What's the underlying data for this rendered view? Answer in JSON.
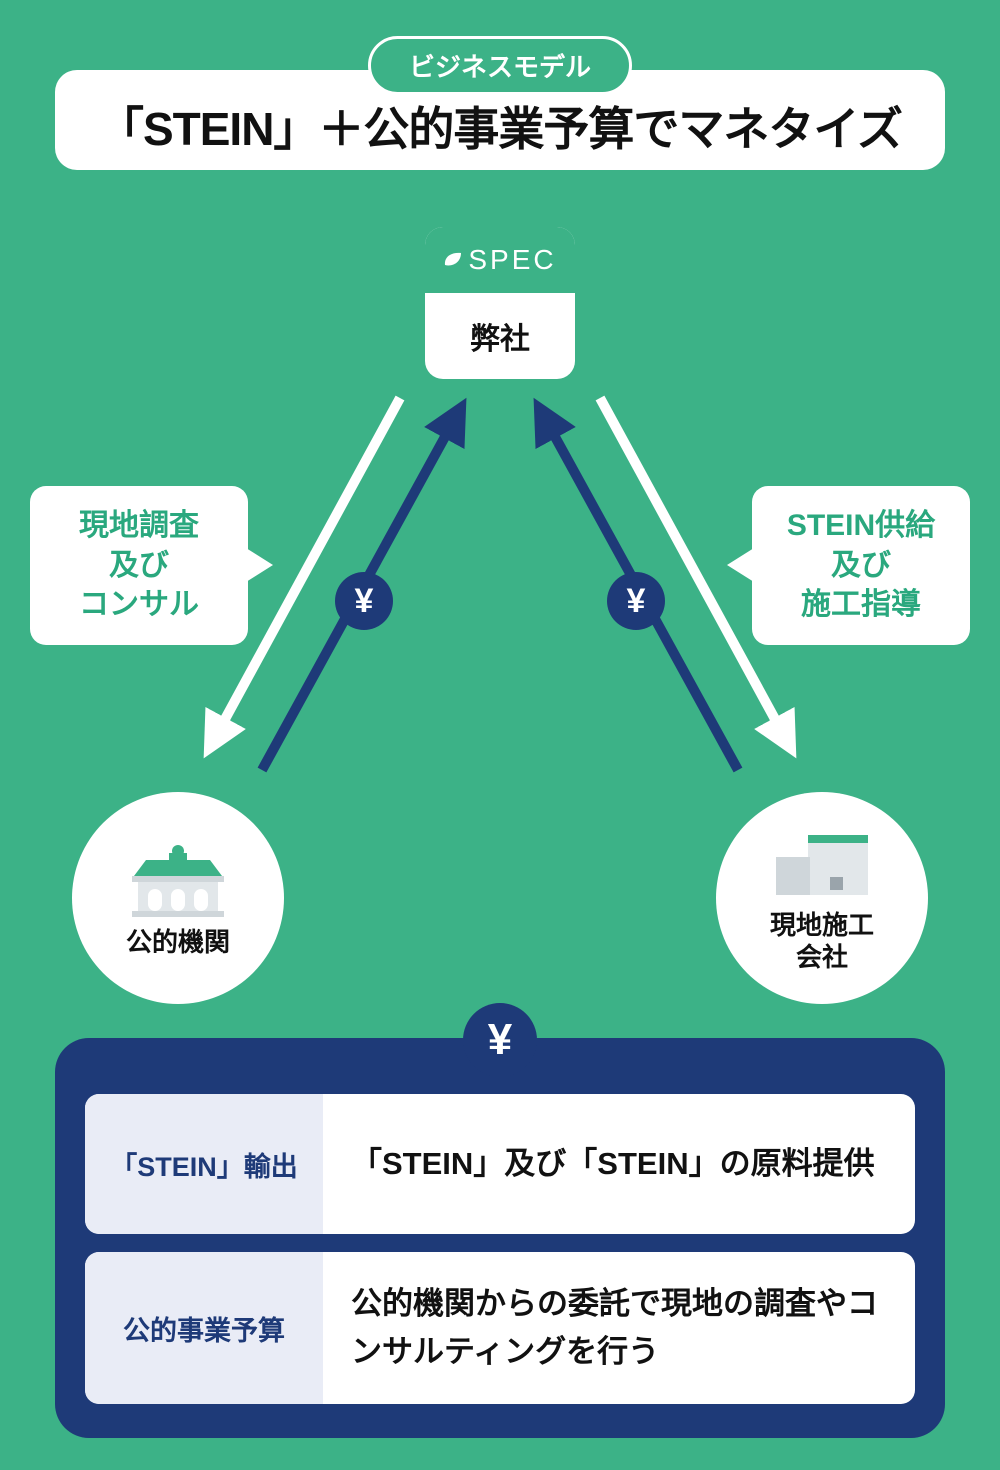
{
  "header": {
    "badge": "ビジネスモデル",
    "title": "「STEIN」＋公的事業予算でマネタイズ"
  },
  "company": {
    "logo": "SPEC",
    "name": "弊社"
  },
  "bubbles": {
    "left": {
      "line1": "現地調査",
      "line2": "及び",
      "line3": "コンサル"
    },
    "right": {
      "line1": "STEIN供給",
      "line2": "及び",
      "line3": "施工指導"
    }
  },
  "yen": "¥",
  "entities": {
    "public": {
      "label": "公的機関"
    },
    "contractor": {
      "line1": "現地施工",
      "line2": "会社"
    }
  },
  "panel": {
    "rows": [
      {
        "label": "「STEIN」輸出",
        "desc": "「STEIN」及び「STEIN」の原料提供"
      },
      {
        "label": "公的事業予算",
        "desc": "公的機関からの委託で現地の調査やコンサルティングを行う"
      }
    ]
  },
  "colors": {
    "background_green": "#3cb287",
    "navy": "#1e3a78",
    "bubble_text_green": "#2aa87e",
    "label_cell_bg": "#e9ecf6"
  }
}
